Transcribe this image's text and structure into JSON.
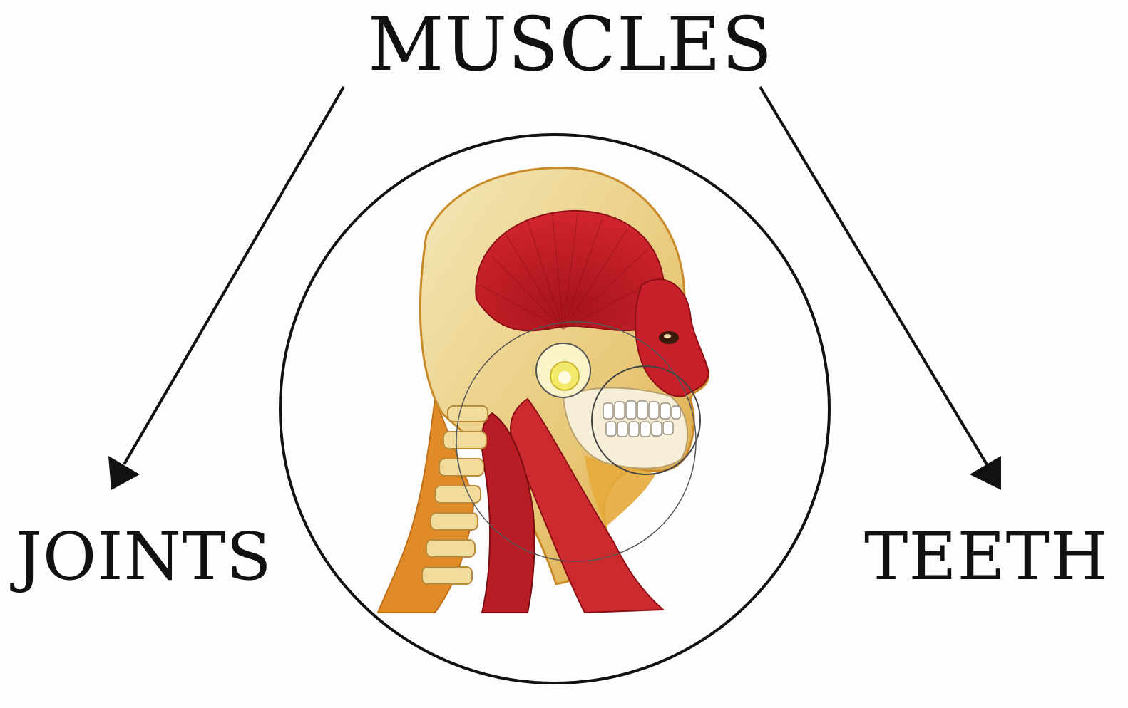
{
  "diagram": {
    "top_label": "MUSCLES",
    "left_label": "JOINTS",
    "right_label": "TEETH",
    "illustration": "head-and-neck-anatomy",
    "colors": {
      "text": "#111111",
      "line": "#111111",
      "muscle": "#c8202a",
      "bone": "#efdca0",
      "skin": "#e3a83a",
      "background": "#fdfdfd"
    }
  }
}
